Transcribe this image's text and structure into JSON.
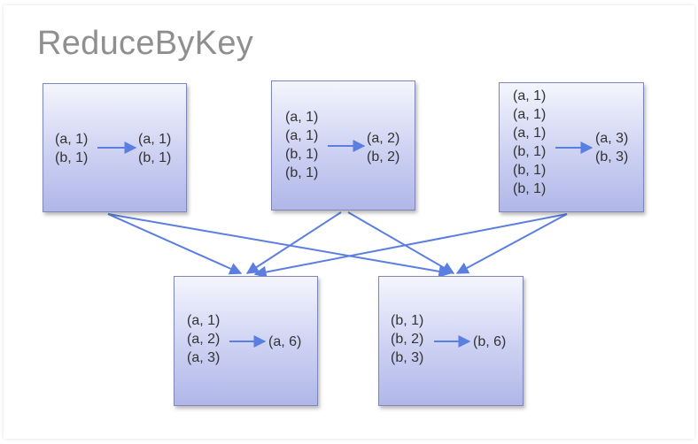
{
  "title": "ReduceByKey",
  "colors": {
    "arrow": "#5b7fe0",
    "box_border": "#7f86b8",
    "title": "#8f8f8f"
  },
  "partitions": [
    {
      "inputs": [
        "(a, 1)",
        "(b, 1)"
      ],
      "outputs": [
        "(a, 1)",
        "(b, 1)"
      ]
    },
    {
      "inputs": [
        "(a, 1)",
        "(a, 1)",
        "(b, 1)",
        "(b, 1)"
      ],
      "outputs": [
        "(a, 2)",
        "(b, 2)"
      ]
    },
    {
      "inputs": [
        "(a, 1)",
        "(a, 1)",
        "(a, 1)",
        "(b, 1)",
        "(b, 1)",
        "(b, 1)"
      ],
      "outputs": [
        "(a, 3)",
        "(b, 3)"
      ]
    }
  ],
  "results": [
    {
      "inputs": [
        "(a, 1)",
        "(a, 2)",
        "(a, 3)"
      ],
      "output": "(a, 6)"
    },
    {
      "inputs": [
        "(b, 1)",
        "(b, 2)",
        "(b, 3)"
      ],
      "output": "(b, 6)"
    }
  ]
}
